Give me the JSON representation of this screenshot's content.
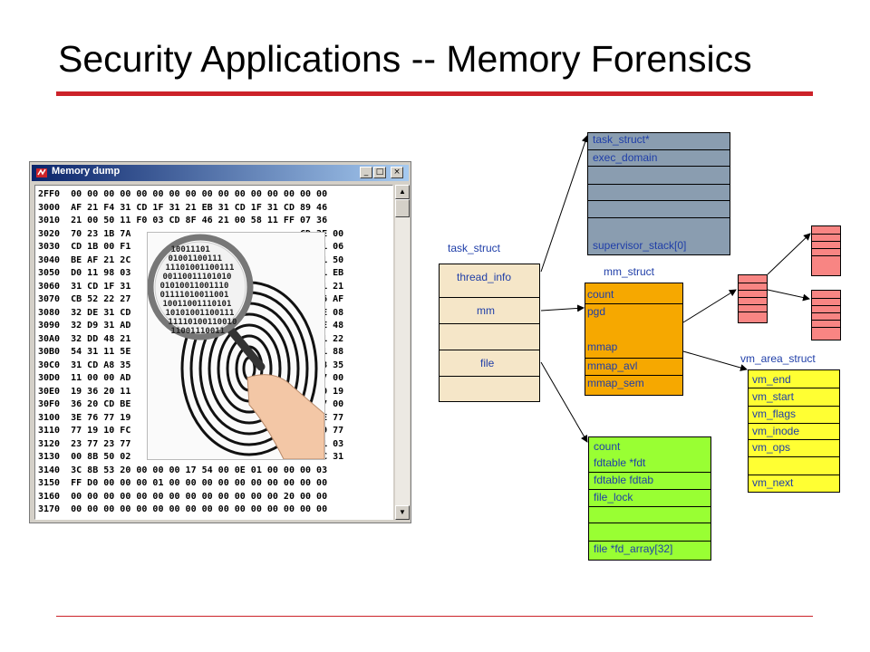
{
  "slide": {
    "title": "Security Applications -- Memory Forensics"
  },
  "memory_window": {
    "title": "Memory dump",
    "controls": {
      "minimize": "_",
      "maximize": "□",
      "close": "×"
    },
    "scroll_up": "▲",
    "scroll_down": "▼",
    "dump_lines": [
      "2FF0  00 00 00 00 00 00 00 00 00 00 00 00 00 00 00 00",
      "3000  AF 21 F4 31 CD 1F 31 21 EB 31 CD 1F 31 CD 89 46",
      "3010  21 00 50 11 F0 03 CD 8F 46 21 00 58 11 FF 07 36",
      "3020  70 23 1B 7A                               CD 3E 00",
      "3030  CD 1B 00 F1                               18 F1 06",
      "3040  BE AF 21 2C                               31 21 50",
      "3050  D0 11 98 03                               31 21 EB",
      "3060  31 CD 1F 31                               25 31 21",
      "3070  CB 52 22 27                               0E 16 AF",
      "3080  32 DE 31 CD                               31 3E 08",
      "3090  32 D9 31 AD                               32 DE 48",
      "30A0  32 DD 48 21                               00 01 22",
      "30B0  54 31 11 5E                               35 11 88",
      "30C0  31 CD A8 35                               CD A8 35",
      "30D0  11 00 00 AD                               11 17 00",
      "30E0  19 36 20 11                               36 60 19",
      "30F0  36 20 CD BE                               11 27 00",
      "3100  3E 76 77 19                               00 3E 77",
      "3110  77 19 10 FC                               3D C9 77",
      "3120  23 77 23 77                               01 01 03",
      "3130  00 8B 50 02                               20 3C 31",
      "3140  3C 8B 53 20 00 00 00 17 54 00 0E 01 00 00 00 03",
      "3150  FF D0 00 00 00 01 00 00 00 00 00 00 00 00 00 00",
      "3160  00 00 00 00 00 00 00 00 00 00 00 00 00 20 00 00",
      "3170  00 00 00 00 00 00 00 00 00 00 00 00 00 00 00 00"
    ],
    "magnifier_bits": [
      "10011101",
      "01001100111",
      "11101001100111",
      "00110011101010",
      "01010011001110",
      "01111010011001",
      "10011001110101",
      "10101001100111",
      "11110100110010",
      "11001110011"
    ]
  },
  "task_struct": {
    "label": "task_struct",
    "rows": [
      "thread_info",
      "mm",
      "",
      "file",
      ""
    ]
  },
  "thread_info": {
    "rows": [
      "task_struct*",
      "exec_domain",
      "",
      "",
      "",
      "",
      "supervisor_stack[0]"
    ]
  },
  "mm_struct": {
    "label": "mm_struct",
    "rows": [
      "count",
      "pgd",
      "",
      "mmap",
      "mmap_avl",
      "mmap_sem"
    ]
  },
  "files_struct": {
    "rows": [
      "count",
      "fdtable *fdt",
      "fdtable fdtab",
      "file_lock",
      "",
      "",
      "file *fd_array[32]"
    ]
  },
  "vm_area_struct": {
    "label": "vm_area_struct",
    "rows": [
      "vm_end",
      "vm_start",
      "vm_flags",
      "vm_inode",
      "vm_ops",
      "",
      "vm_next"
    ]
  },
  "colors": {
    "accent_rule": "#cc2229",
    "task_struct_fill": "#f5e6c8",
    "thread_info_fill": "#8a9db0",
    "mm_struct_fill": "#f6a800",
    "files_struct_fill": "#99ff33",
    "vm_area_fill": "#ffff33",
    "page_table_fill": "#f88583",
    "label_text": "#1f3ea8"
  }
}
